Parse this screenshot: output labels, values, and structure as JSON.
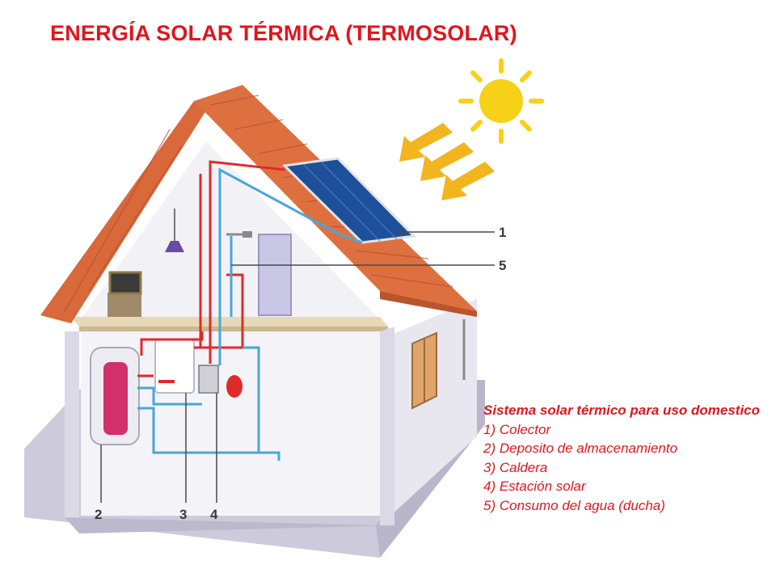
{
  "title": "ENERGÍA SOLAR TÉRMICA (TERMOSOLAR)",
  "callouts": {
    "c1": "1",
    "c2": "2",
    "c3": "3",
    "c4": "4",
    "c5": "5"
  },
  "legend": {
    "heading": "Sistema solar térmico para uso domestico",
    "items": [
      "1) Colector",
      "2) Deposito de almacenamiento",
      "3) Caldera",
      "4) Estación solar",
      "5) Consumo del agua (ducha)"
    ]
  },
  "colors": {
    "text_red": "#e0161d",
    "roof": "#d9683a",
    "sun": "#f7d117",
    "arrows": "#f2b51d",
    "pipe_hot": "#e02a2a",
    "pipe_cold": "#4aa6d6",
    "panel": "#1e4f99",
    "ground": "#c9c6d9"
  }
}
